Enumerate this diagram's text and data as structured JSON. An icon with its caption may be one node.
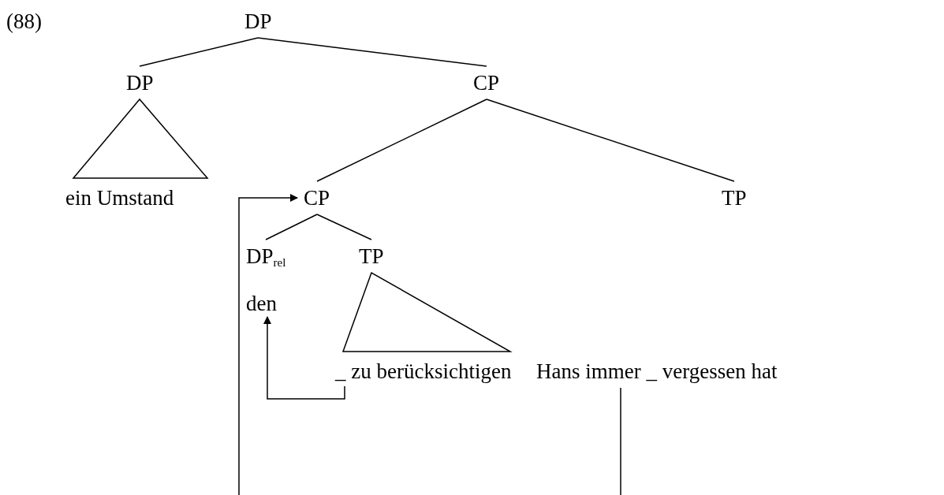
{
  "diagram": {
    "nodes": [
      {
        "text": [
          "DP"
        ]
      },
      {
        "text": [
          "DP"
        ]
      },
      {
        "text": [
          "CP"
        ]
      },
      {
        "text": [
          "ein Umstand"
        ]
      },
      {
        "text": [
          "CP"
        ]
      },
      {
        "text": [
          "TP"
        ]
      },
      {
        "text": [
          "DP$_{rel}$"
        ]
      },
      {
        "text": [
          "TP"
        ]
      },
      {
        "text": [
          "den"
        ]
      },
      {
        "text": [
          "_ zu berücksichtigen"
        ]
      },
      {
        "text": [
          "Hans immer _ vergessen hat"
        ]
      }
    ],
    "edges": [
      {
        "from": 0,
        "to": 1,
        "arrow": "none"
      },
      {
        "from": 0,
        "to": 2,
        "arrow": "none"
      },
      {
        "from": 1,
        "to": 3,
        "arrow": "none"
      },
      {
        "from": 2,
        "to": 4,
        "arrow": "none"
      },
      {
        "from": 2,
        "to": 5,
        "arrow": "none"
      },
      {
        "from": 4,
        "to": 6,
        "arrow": "none"
      },
      {
        "from": 4,
        "to": 7,
        "arrow": "none"
      },
      {
        "from": 7,
        "to": 9,
        "arrow": "none"
      },
      {
        "from": 9,
        "to": 8,
        "arrow": "to"
      },
      {
        "from": null,
        "to": 4,
        "arrow": "to"
      },
      {
        "from": 10,
        "to": null,
        "arrow": "none"
      }
    ],
    "labels": [
      "(88)"
    ]
  }
}
